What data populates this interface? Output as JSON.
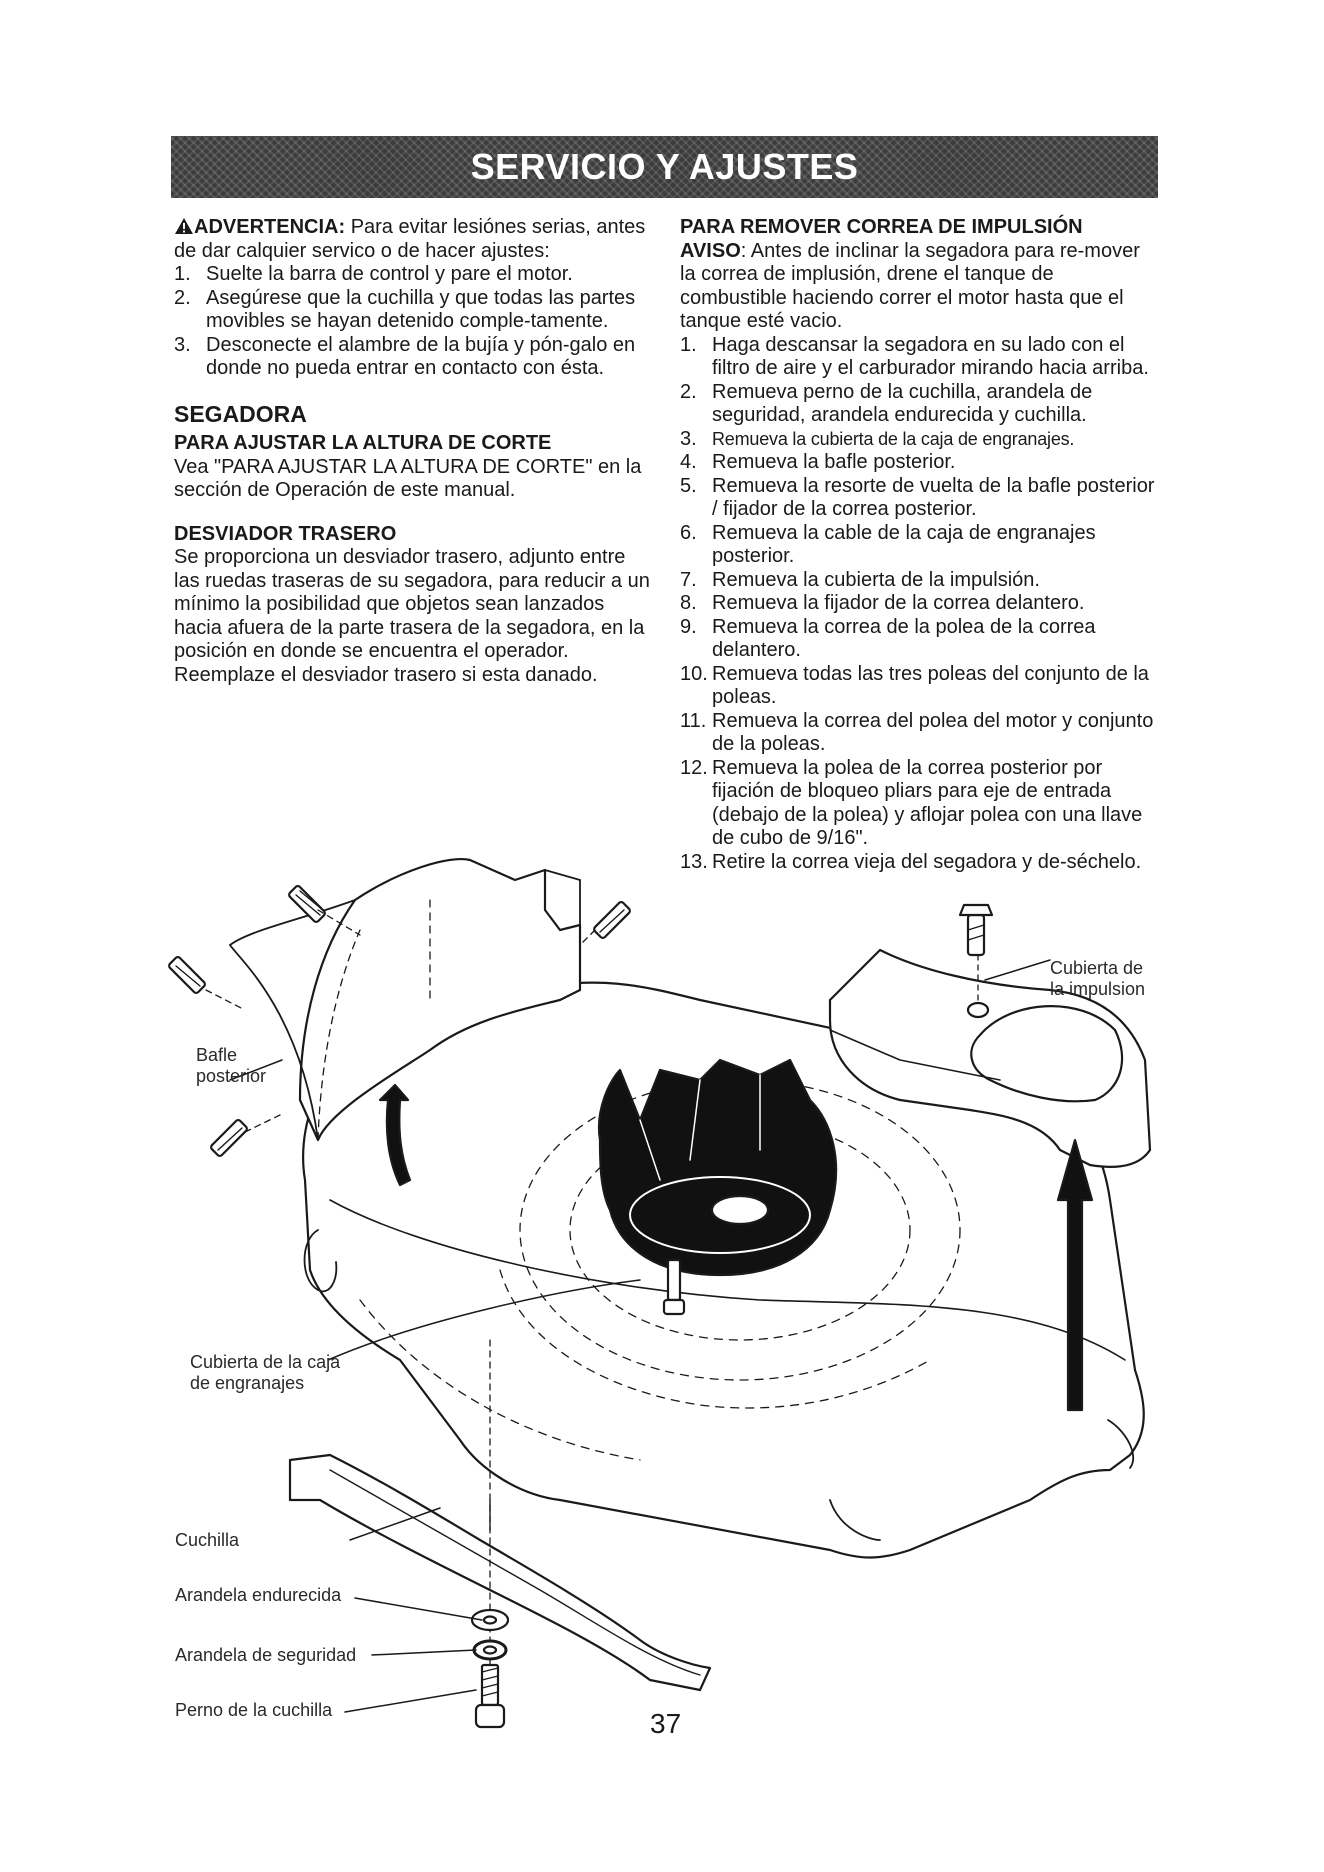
{
  "header": {
    "title": "SERVICIO Y AJUSTES"
  },
  "left": {
    "warning_label": "ADVERTENCIA:",
    "warning_text": "Para evitar lesiónes serias, antes de dar calquier servico o de hacer ajustes:",
    "warning_items": [
      {
        "num": "1.",
        "text": "Suelte la barra de control y pare el motor."
      },
      {
        "num": "2.",
        "text": "Asegúrese que la cuchilla y que todas las partes movibles se hayan detenido comple-tamente."
      },
      {
        "num": "3.",
        "text": "Desconecte el alambre de la bujía y pón-galo en donde no pueda entrar en contacto con ésta."
      }
    ],
    "section_title": "SEGADORA",
    "height_title": "PARA AJUSTAR LA ALTURA DE CORTE",
    "height_text": "Vea \"PARA AJUSTAR LA ALTURA DE CORTE\" en la sección de Operación de este manual.",
    "deflector_title": "DESVIADOR TRASERO",
    "deflector_text": "Se proporciona un desviador trasero, adjunto entre las ruedas traseras de su segadora, para reducir a un mínimo la posibilidad que objetos sean lanzados hacia afuera de la parte trasera de la segadora, en la posición en donde se encuentra el operador. Reemplaze el desviador trasero si esta danado."
  },
  "right": {
    "title": "PARA REMOVER CORREA DE IMPULSIÓN",
    "notice_label": "AVISO",
    "notice_text": ": Antes de inclinar la segadora para re-mover la correa de implusión, drene el tanque de combustible haciendo correr el motor hasta que el tanque esté vacio.",
    "steps": [
      {
        "num": "1.",
        "text": "Haga descansar la segadora en su lado con el filtro de aire y el carburador mirando hacia arriba."
      },
      {
        "num": "2.",
        "text": "Remueva perno de la cuchilla, arandela de seguridad, arandela endurecida y cuchilla."
      },
      {
        "num": "3.",
        "text": "Remueva la cubierta de la caja de engranajes."
      },
      {
        "num": "4.",
        "text": "Remueva la bafle posterior."
      },
      {
        "num": "5.",
        "text": "Remueva la resorte de vuelta de la bafle posterior / fijador de la correa posterior."
      },
      {
        "num": "6.",
        "text": "Remueva la cable de la caja de engranajes posterior."
      },
      {
        "num": "7.",
        "text": "Remueva la cubierta de la impulsión."
      },
      {
        "num": "8.",
        "text": "Remueva la fijador de la correa delantero."
      },
      {
        "num": "9.",
        "text": "Remueva la correa de la polea de la correa delantero."
      },
      {
        "num": "10.",
        "text": "Remueva todas las tres poleas del conjunto de la poleas."
      },
      {
        "num": "11.",
        "text": "Remueva la correa del polea del motor y conjunto de la poleas."
      },
      {
        "num": "12.",
        "text": "Remueva la polea de la correa posterior por fijación de bloqueo pliars para eje de entrada (debajo de la polea) y aflojar polea con una llave de cubo de 9/16\"."
      },
      {
        "num": "13.",
        "text": "Retire la correa vieja del segadora y de-séchelo."
      }
    ]
  },
  "figure": {
    "labels": {
      "drive_cover_1": "Cubierta de",
      "drive_cover_2": "la impulsion",
      "baffle_1": "Bafle",
      "baffle_2": "posterior",
      "gear_cover_1": "Cubierta de la caja",
      "gear_cover_2": "de engranajes",
      "blade": "Cuchilla",
      "hardened_washer": "Arandela endurecida",
      "lock_washer": "Arandela de seguridad",
      "blade_bolt": "Perno de la cuchilla"
    }
  },
  "footer": {
    "page_number": "37"
  }
}
